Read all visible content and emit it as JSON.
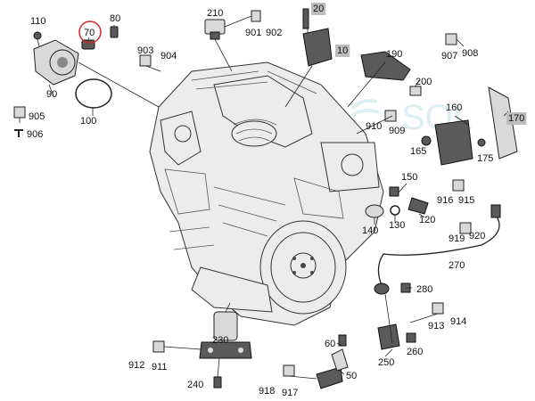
{
  "labels": {
    "l110": "110",
    "l80": "80",
    "l70": "70",
    "l90": "90",
    "l100": "100",
    "l905": "905",
    "l906": "906",
    "l903": "903",
    "l904": "904",
    "l210": "210",
    "l901": "901",
    "l902": "902",
    "l20": "20",
    "l10": "10",
    "l190": "190",
    "l907": "907",
    "l908": "908",
    "l200": "200",
    "l170": "170",
    "l160": "160",
    "l910": "910",
    "l909": "909",
    "l165": "165",
    "l175": "175",
    "l150": "150",
    "l916": "916",
    "l915": "915",
    "l140": "140",
    "l130": "130",
    "l120": "120",
    "l919": "919",
    "l920": "920",
    "l270": "270",
    "l280": "280",
    "l913": "913",
    "l914": "914",
    "l230": "230",
    "l912": "912",
    "l911": "911",
    "l60": "60",
    "l250": "250",
    "l260": "260",
    "l240": "240",
    "l50": "50",
    "l918": "918",
    "l917": "917"
  },
  "watermark": "SOL",
  "highlight": {
    "color": "#d62828",
    "label": "l70"
  },
  "boxed_labels": [
    "l20",
    "l10",
    "l170"
  ],
  "box_color": "#bdbdbd"
}
